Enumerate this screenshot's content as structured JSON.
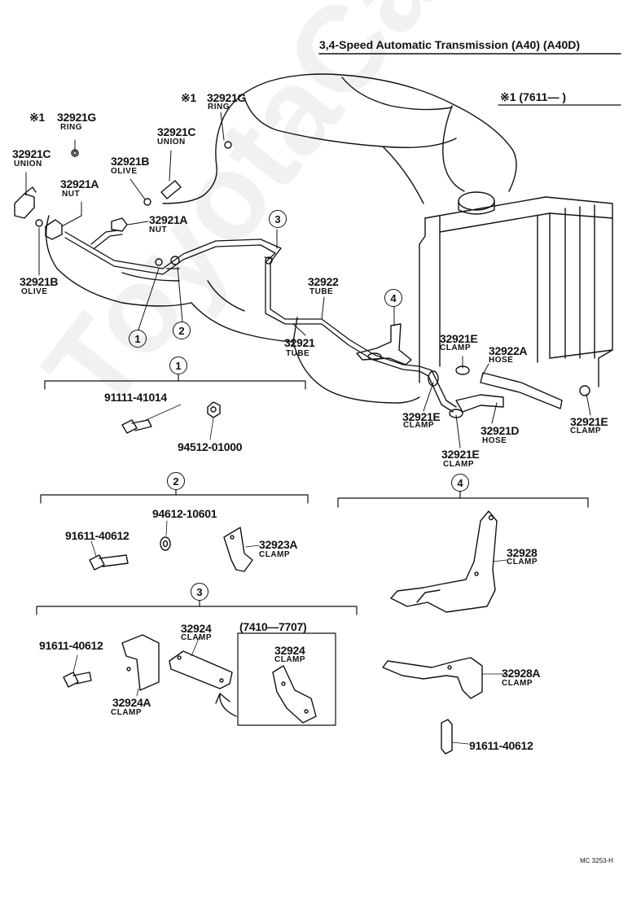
{
  "header": {
    "title": "3,4-Speed Automatic Transmission (A40) (A40D)",
    "note": "※1 (7611—      )"
  },
  "watermark": "ToyotaCarAsia.ru",
  "callouts": [
    "1",
    "2",
    "3",
    "4"
  ],
  "parts": {
    "ring_g_top": {
      "marker": "※1",
      "number": "32921G",
      "desc": "RING"
    },
    "ring_g_left": {
      "marker": "※1",
      "number": "32921G",
      "desc": "RING"
    },
    "union_c_left": {
      "number": "32921C",
      "desc": "UNION"
    },
    "union_c_mid": {
      "number": "32921C",
      "desc": "UNION"
    },
    "olive_b_mid": {
      "number": "32921B",
      "desc": "OLIVE"
    },
    "nut_a_left": {
      "number": "32921A",
      "desc": "NUT"
    },
    "nut_a_mid": {
      "number": "32921A",
      "desc": "NUT"
    },
    "olive_b_left": {
      "number": "32921B",
      "desc": "OLIVE"
    },
    "tube_32922": {
      "number": "32922",
      "desc": "TUBE"
    },
    "tube_32921": {
      "number": "32921",
      "desc": "TUBE"
    },
    "clamp_e_top": {
      "number": "32921E",
      "desc": "CLAMP"
    },
    "hose_a": {
      "number": "32922A",
      "desc": "HOSE"
    },
    "clamp_e_left": {
      "number": "32921E",
      "desc": "CLAMP"
    },
    "hose_d": {
      "number": "32921D",
      "desc": "HOSE"
    },
    "clamp_e_right": {
      "number": "32921E",
      "desc": "CLAMP"
    },
    "clamp_e_bottom": {
      "number": "32921E",
      "desc": "CLAMP"
    }
  },
  "group1": {
    "bolt": "91111-41014",
    "nut": "94512-01000"
  },
  "group2": {
    "washer": "94612-10601",
    "bolt": "91611-40612",
    "clamp_number": "32923A",
    "clamp_desc": "CLAMP"
  },
  "group3": {
    "bolt": "91611-40612",
    "clamp_a_number": "32924A",
    "clamp_a_desc": "CLAMP",
    "clamp_number": "32924",
    "clamp_desc": "CLAMP",
    "variant_label": "(7410—7707)",
    "variant_number": "32924",
    "variant_desc": "CLAMP"
  },
  "group4": {
    "bracket_number": "32928",
    "bracket_desc": "CLAMP",
    "bracket_a_number": "32928A",
    "bracket_a_desc": "CLAMP",
    "bolt": "91611-40612"
  },
  "footer": {
    "code": "MC 3253-H"
  }
}
